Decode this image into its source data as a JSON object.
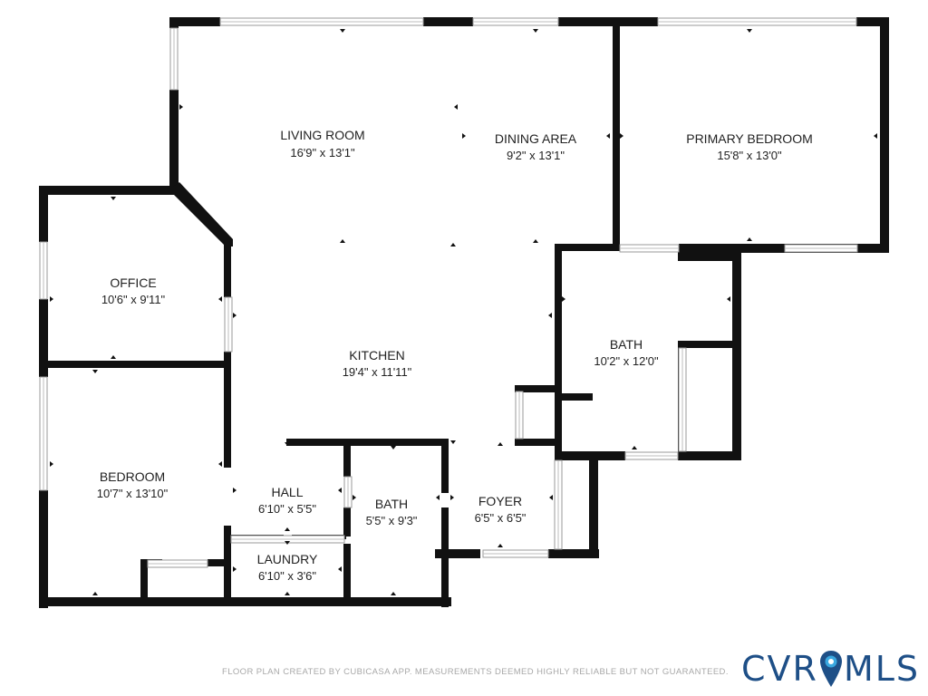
{
  "rooms": [
    {
      "id": "living-room",
      "name": "LIVING ROOM",
      "dims": "16'9\" x 13'1\""
    },
    {
      "id": "dining-area",
      "name": "DINING AREA",
      "dims": "9'2\" x 13'1\""
    },
    {
      "id": "primary-bedroom",
      "name": "PRIMARY BEDROOM",
      "dims": "15'8\" x 13'0\""
    },
    {
      "id": "office",
      "name": "OFFICE",
      "dims": "10'6\" x 9'11\""
    },
    {
      "id": "kitchen",
      "name": "KITCHEN",
      "dims": "19'4\" x 11'11\""
    },
    {
      "id": "bath-primary",
      "name": "BATH",
      "dims": "10'2\" x 12'0\""
    },
    {
      "id": "bedroom",
      "name": "BEDROOM",
      "dims": "10'7\" x 13'10\""
    },
    {
      "id": "hall",
      "name": "HALL",
      "dims": "6'10\" x 5'5\""
    },
    {
      "id": "bath-hall",
      "name": "BATH",
      "dims": "5'5\" x 9'3\""
    },
    {
      "id": "foyer",
      "name": "FOYER",
      "dims": "6'5\" x 6'5\""
    },
    {
      "id": "laundry",
      "name": "LAUNDRY",
      "dims": "6'10\" x 3'6\""
    }
  ],
  "footer": {
    "disclaimer": "FLOOR PLAN CREATED BY CUBICASA APP. MEASUREMENTS DEEMED HIGHLY RELIABLE BUT NOT GUARANTEED."
  },
  "brand": {
    "prefix": "CVR",
    "suffix": "MLS",
    "icon": "map-pin-icon",
    "color": "#1e4f87",
    "pin_color": "#3aa8e0"
  },
  "colors": {
    "wall": "#111111",
    "window": "#9a9a9a",
    "text": "#222222"
  }
}
